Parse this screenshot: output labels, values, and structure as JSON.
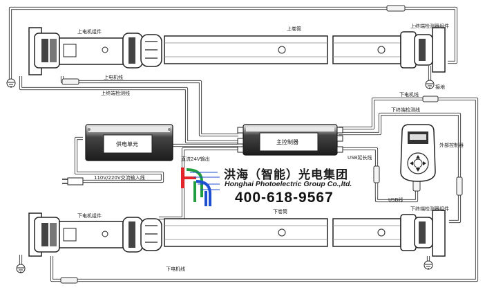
{
  "labels": {
    "upper_motor_assembly": "上电机组件",
    "upper_tube": "上卷筒",
    "upper_end_detector_assembly": "上终端检测器组件",
    "upper_motor_cable": "上电机线",
    "upper_end_detector_cable": "上终端检测线",
    "ground": "接地",
    "lower_motor_cable_right": "下电机线",
    "lower_end_detector_cable_right": "下终端检测线",
    "power_unit": "供电单元",
    "main_controller": "主控制器",
    "external_controller": "外部控制器",
    "dc24v_output": "直流24V输出",
    "usb_extension_cable": "USB延长线",
    "usb_cable": "USB线",
    "ac_input_cable": "110V/220V交流输入线",
    "lower_motor_assembly": "下电机组件",
    "lower_tube": "下卷筒",
    "lower_end_detector_assembly": "下终端检测器组件",
    "lower_motor_cable_bottom": "下电机线"
  },
  "brand": {
    "name_cn": "洪海（智能）光电集团",
    "name_en": "Honghai Photoelectric Group Co.,ltd.",
    "phone": "400-618-9567"
  },
  "colors": {
    "logo_red": "#e3242b",
    "logo_green": "#1e9e3e",
    "logo_blue": "#1f4fd1",
    "module_dark": "#2b2b2b",
    "line": "#333333"
  }
}
